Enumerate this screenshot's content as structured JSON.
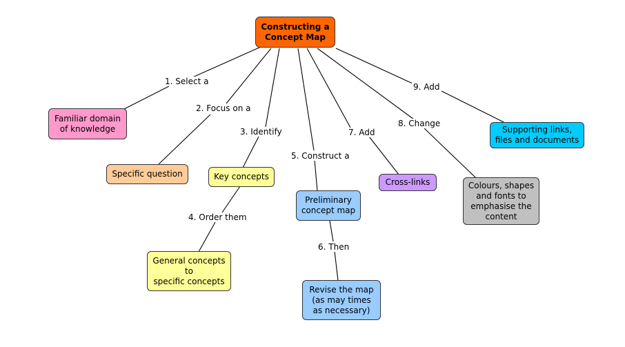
{
  "title": "Constructing a\nConcept Map",
  "nodes": {
    "root": {
      "text": "Constructing a\nConcept Map",
      "color": "#FF6600"
    },
    "familiar": {
      "text": "Familiar domain\nof knowledge",
      "color": "#FF99CC"
    },
    "question": {
      "text": "Specific question",
      "color": "#FFCC99"
    },
    "key": {
      "text": "Key concepts",
      "color": "#FFFF99"
    },
    "general": {
      "text": "General concepts\nto\nspecific concepts",
      "color": "#FFFF99"
    },
    "prelim": {
      "text": "Preliminary\nconcept map",
      "color": "#99CCFF"
    },
    "revise": {
      "text": "Revise the map\n(as may times\nas necessary)",
      "color": "#99CCFF"
    },
    "cross": {
      "text": "Cross-links",
      "color": "#CC99FF"
    },
    "colours": {
      "text": "Colours, shapes\nand fonts to\nemphasise the\ncontent",
      "color": "#C0C0C0"
    },
    "support": {
      "text": "Supporting links,\nfiles and documents",
      "color": "#00CCFF"
    }
  },
  "edge_labels": {
    "select": "1. Select a",
    "focus": "2. Focus on a",
    "identify": "3. Identify",
    "order": "4. Order them",
    "construct": "5. Construct a",
    "then": "6. Then",
    "add_cross": "7. Add",
    "change": "8. Change",
    "add_support": "9. Add"
  }
}
